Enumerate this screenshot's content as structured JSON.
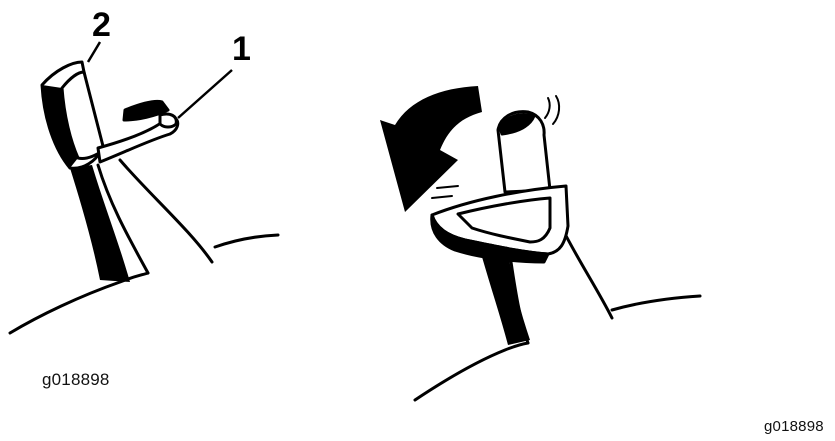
{
  "callouts": {
    "one": "1",
    "two": "2"
  },
  "figure_ids": {
    "left": "g018898",
    "right": "g018898"
  },
  "colors": {
    "ink": "#000000",
    "paper": "#ffffff"
  }
}
